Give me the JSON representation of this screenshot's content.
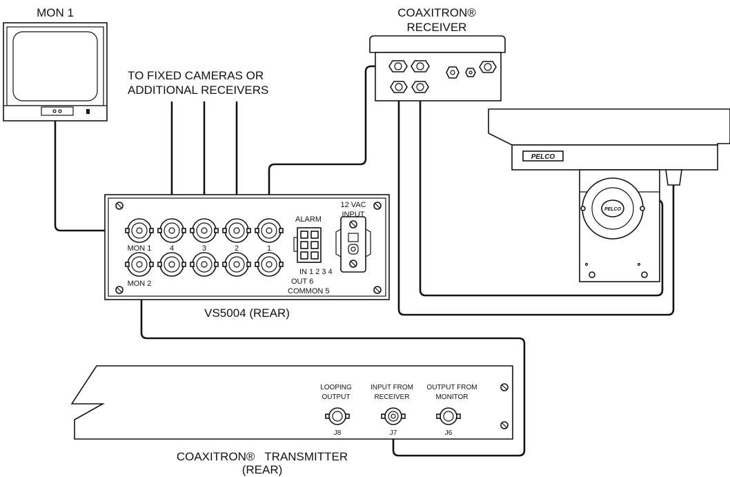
{
  "labels": {
    "mon1_title": "MON 1",
    "receiver_line1": "COAXITRON®",
    "receiver_line2": "RECEIVER",
    "cameras_line1": "TO FIXED CAMERAS OR",
    "cameras_line2": "ADDITIONAL RECEIVERS",
    "pelco_plate": "PELCO",
    "pelco_dome": "PELCO",
    "vs_title": "VS5004 (REAR)",
    "vac_line1": "12 VAC",
    "vac_line2": "INPUT",
    "alarm": "ALARM",
    "mon1_jack": "MON 1",
    "mon2_jack": "MON 2",
    "jack4": "4",
    "jack3": "3",
    "jack2": "2",
    "jack1": "1",
    "in_label": "IN 1 2 3 4",
    "out_label": "OUT 6",
    "common_label": "COMMON 5",
    "looping_line1": "LOOPING",
    "looping_line2": "OUTPUT",
    "input_line1": "INPUT FROM",
    "input_line2": "RECEIVER",
    "output_line1": "OUTPUT FROM",
    "output_line2": "MONITOR",
    "j8": "J8",
    "j7": "J7",
    "j6": "J6",
    "transmitter_line1": "COAXITRON®   TRANSMITTER",
    "transmitter_line2": "(REAR)"
  }
}
